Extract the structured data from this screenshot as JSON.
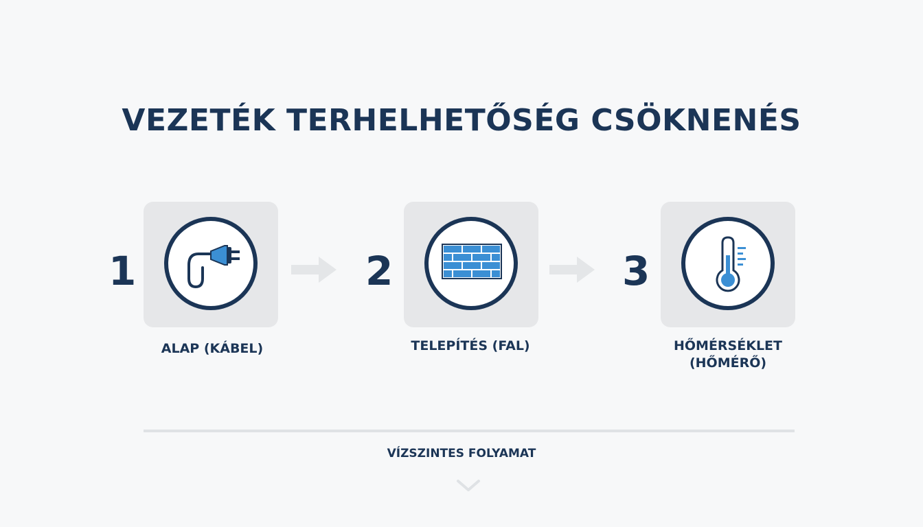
{
  "title": "VEZETÉK TERHELHETŐSÉG CSÖKNENÉS",
  "steps": [
    {
      "number": "1",
      "label": "ALAP (KÁBEL)",
      "icon": "plug-cable-icon"
    },
    {
      "number": "2",
      "label": "TELEPÍTÉS (FAL)",
      "icon": "brick-wall-icon"
    },
    {
      "number": "3",
      "label": "HŐMÉRSÉKLET (HŐMÉRŐ)",
      "icon": "thermometer-icon"
    }
  ],
  "footer": "VÍZSZINTES FOLYAMAT",
  "colors": {
    "navy": "#1b3556",
    "blue": "#3b8fd4",
    "card": "#e6e7e9",
    "arrow": "#e4e6e8"
  }
}
